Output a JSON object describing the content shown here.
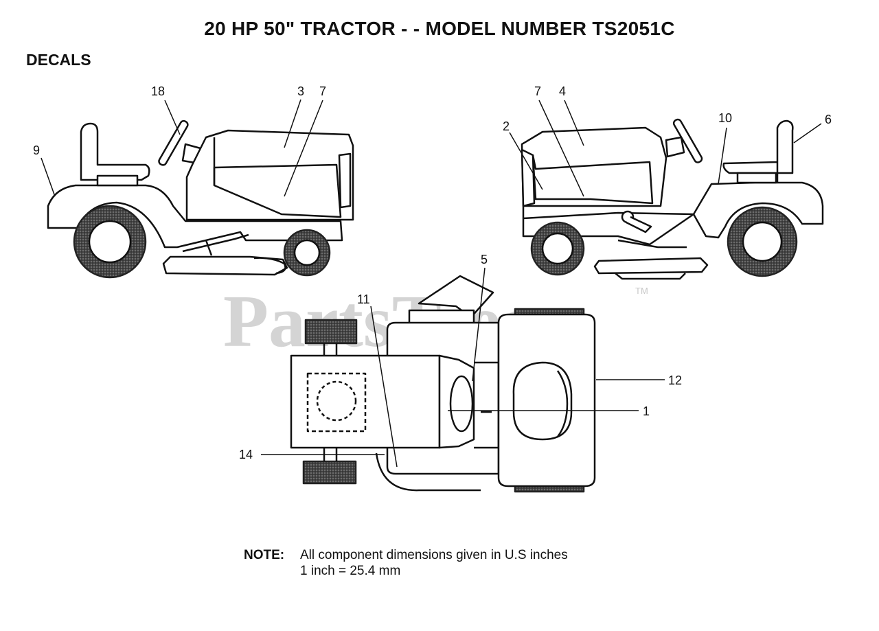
{
  "title": "20 HP 50\" TRACTOR - - MODEL NUMBER TS2051C",
  "section": "DECALS",
  "watermark": {
    "text": "PartsTree",
    "mark": "TM"
  },
  "callouts": {
    "c1": "1",
    "c2": "2",
    "c3": "3",
    "c4": "4",
    "c5": "5",
    "c6": "6",
    "c7a": "7",
    "c7b": "7",
    "c9": "9",
    "c10": "10",
    "c11": "11",
    "c12": "12",
    "c14": "14",
    "c18": "18"
  },
  "note": {
    "label": "NOTE:",
    "line1": "All component dimensions given in U.S  inches",
    "line2": "1 inch = 25.4 mm"
  },
  "colors": {
    "line": "#111111",
    "tire": "#3a3a3a",
    "watermark": "#d4d4d4"
  }
}
